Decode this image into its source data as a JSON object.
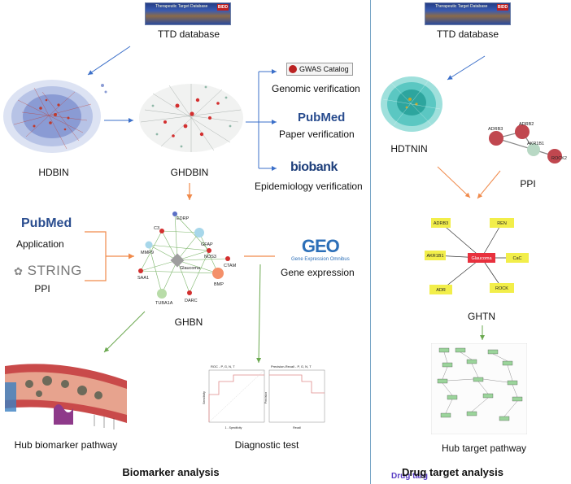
{
  "logos": {
    "banner_title": "Therapeutic Target Database",
    "banner_badge": "BIDD",
    "gwas": "GWAS Catalog",
    "pubmed": "PubMed",
    "biobank": "biobank",
    "geo": "GEO",
    "geo_sub": "Gene Expression Omnibus",
    "string": "STRING"
  },
  "left": {
    "ttd_label": "TTD database",
    "hdbin_label": "HDBIN",
    "ghdbin_label": "GHDBIN",
    "genomic_label": "Genomic verification",
    "paper_label": "Paper verification",
    "epi_label": "Epidemiology verification",
    "application_label": "Application",
    "ppi_label": "PPI",
    "ghbn_label": "GHBN",
    "gene_expression_label": "Gene expression",
    "hub_pathway_label": "Hub biomarker pathway",
    "diagnostic_label": "Diagnostic test",
    "section_title": "Biomarker analysis"
  },
  "ghbn_network": {
    "center": "Glaucoma",
    "nodes": [
      "EDRP",
      "C3",
      "GFAP",
      "MMP9",
      "NOS3",
      "CTAM",
      "SAA1",
      "BMP",
      "TUBA1A",
      "DARC"
    ]
  },
  "diagnostic_plots": {
    "roc_title": "ROC - P, G, N, T",
    "pr_title": "Precision-Recall - P, G, N, T",
    "roc_xlabel": "1 - Specificity",
    "roc_ylabel": "Sensitivity",
    "pr_xlabel": "Recall",
    "pr_ylabel": "Precision"
  },
  "right": {
    "ttd_label": "TTD database",
    "hdtnin_label": "HDTNIN",
    "ppi_label": "PPI",
    "ghtn_label": "GHTN",
    "hub_pathway_label": "Hub target pathway",
    "section_title": "Drug target analysis",
    "overlap_text": "Drug targ"
  },
  "ppi_nodes": [
    "ADRB3",
    "ADRB2",
    "AKR1B1",
    "ROCK2"
  ],
  "ghtn_network": {
    "center": "Glaucoma",
    "nodes": [
      "ADRB3",
      "REN",
      "AKR1B1",
      "CaC",
      "ADR",
      "ROCK"
    ]
  },
  "colors": {
    "divider": "#7aa7c7",
    "blue_arrow": "#3b6fc9",
    "orange_arrow": "#f08a4b",
    "green_arrow": "#6aa84f",
    "ghtn_node": "#f2ee4a",
    "ghtn_center": "#e8313e"
  }
}
